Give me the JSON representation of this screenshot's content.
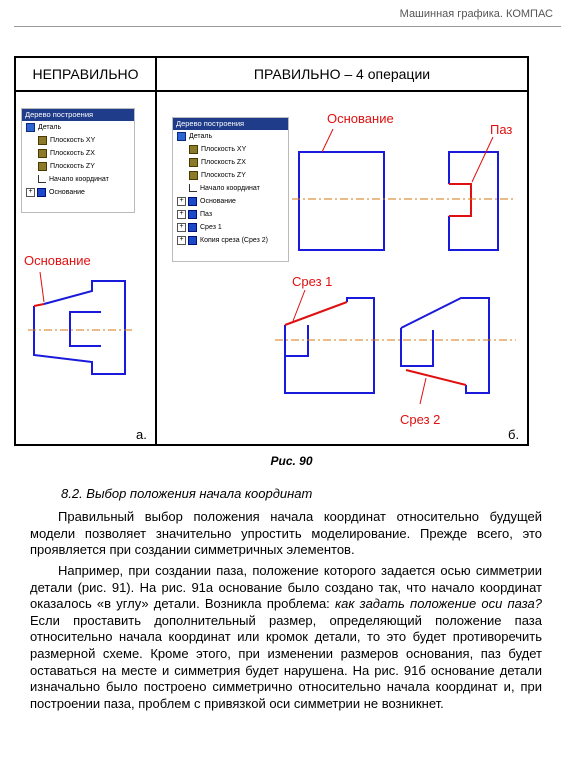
{
  "header": {
    "text": "Машинная графика. КОМПАС"
  },
  "table": {
    "left_heading": "НЕПРАВИЛЬНО",
    "right_heading": "ПРАВИЛЬНО – 4 операции",
    "left_label": "а.",
    "right_label": "б."
  },
  "tree_left": {
    "title": "Дерево построения",
    "items": [
      {
        "label": "Деталь",
        "icon": "part-icon"
      },
      {
        "label": "Плоскость XY",
        "icon": "plane-icon"
      },
      {
        "label": "Плоскость ZX",
        "icon": "plane-icon"
      },
      {
        "label": "Плоскость ZY",
        "icon": "plane-icon"
      },
      {
        "label": "Начало координат",
        "icon": "origin-axes-icon"
      },
      {
        "label": "Основание",
        "icon": "extrude-icon"
      }
    ]
  },
  "tree_right": {
    "title": "Дерево построения",
    "items": [
      {
        "label": "Деталь",
        "icon": "part-icon"
      },
      {
        "label": "Плоскость XY",
        "icon": "plane-icon"
      },
      {
        "label": "Плоскость ZX",
        "icon": "plane-icon"
      },
      {
        "label": "Плоскость ZY",
        "icon": "plane-icon"
      },
      {
        "label": "Начало координат",
        "icon": "origin-axes-icon"
      },
      {
        "label": "Основание",
        "icon": "extrude-icon"
      },
      {
        "label": "Паз",
        "icon": "cut-icon"
      },
      {
        "label": "Срез 1",
        "icon": "cut-icon"
      },
      {
        "label": "Копия среза (Срез 2)",
        "icon": "mirror-icon"
      }
    ]
  },
  "annotations": {
    "left_base": "Основание",
    "base": "Основание",
    "slot": "Паз",
    "cut1": "Срез 1",
    "cut2": "Срез 2"
  },
  "colors": {
    "outline": "#1a1adc",
    "highlight": "#e01010",
    "axis": "#d4781a",
    "tree_title": "#1f3c8a"
  },
  "caption": "Рис. 90",
  "section_title": "8.2. Выбор положения начала координат",
  "paragraphs": {
    "p1": "Правильный выбор положения начала координат относительно будущей модели позволяет значительно упростить моделирование. Прежде всего, это проявляется при создании симметричных элементов.",
    "p2_start": "Например, при создании паза, положение которого задается осью симметрии детали (рис. 91). На рис. 91а основание было создано так, что начало координат оказалось «в углу» детали. Возникла проблема: ",
    "p2_question": "как задать положение оси паза?",
    "p2_end": " Если проставить дополнительный размер, определяющий положение паза относительно начала координат или кромок детали, то это будет противоречить размерной схеме. Кроме этого, при изменении размеров основания, паз будет оставаться на месте и симметрия будет нарушена. На рис. 91б основание детали изначально было построено симметрично относительно начала координат и, при построении паза, проблем с привязкой оси симметрии не возникнет."
  }
}
